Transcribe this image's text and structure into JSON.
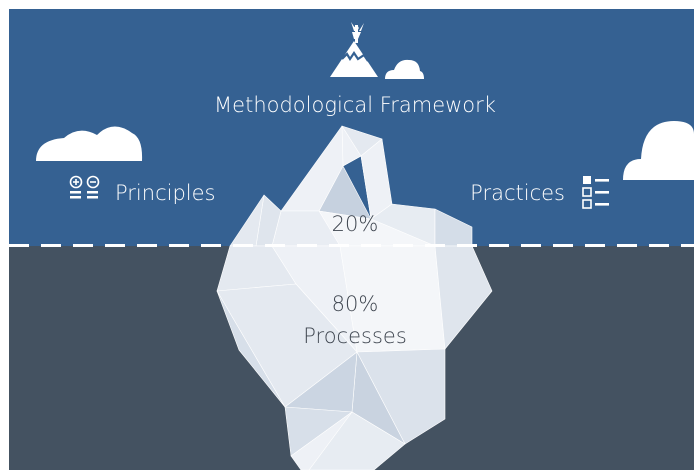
{
  "diagram": {
    "title": "Methodological Framework",
    "left_label": "Principles",
    "right_label": "Practices",
    "tip_percent": "20%",
    "body_percent": "80%",
    "body_label": "Processes",
    "icons": {
      "title": "mountain-summit-flag-icon",
      "left": "principles-plus-minus-icon",
      "right": "checklist-icon",
      "decor": "cloud-icon"
    },
    "colors": {
      "sky": "#356192",
      "sea": "#445261",
      "waterline": "#ffffff",
      "ice_light": "#f4f6f9",
      "ice_mid": "#e3e8ef",
      "ice_shade": "#cbd5e2",
      "text_dark": "#3f4650"
    }
  }
}
